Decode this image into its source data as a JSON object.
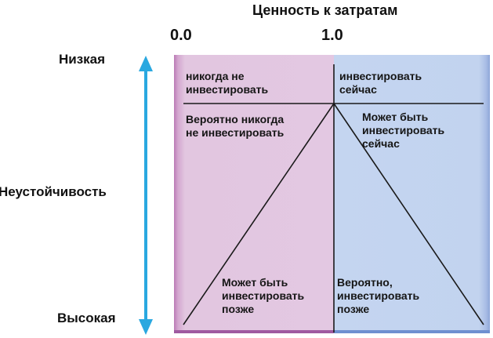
{
  "title": "Ценность к затратам",
  "x_ticks": [
    "0.0",
    "1.0"
  ],
  "y_axis": {
    "top": "Низкая",
    "middle": "Неустойчивость",
    "bottom": "Высокая"
  },
  "cells": {
    "never_invest": [
      "никогда не",
      "инвестировать"
    ],
    "invest_now": [
      "инвестировать",
      "сейчас"
    ],
    "probably_never": [
      "Вероятно никогда",
      "не инвестировать"
    ],
    "maybe_now": [
      "Может быть",
      "инвестировать",
      "сейчас"
    ],
    "maybe_later": [
      "Может быть",
      "инвестировать",
      "позже"
    ],
    "probably_later": [
      "Вероятно,",
      "инвестировать",
      "позже"
    ]
  },
  "colors": {
    "left_panel": "#e3c8e2",
    "right_panel": "#c4d5f0",
    "arrow": "#2aa8e0",
    "lines": "#1a1a1a"
  }
}
